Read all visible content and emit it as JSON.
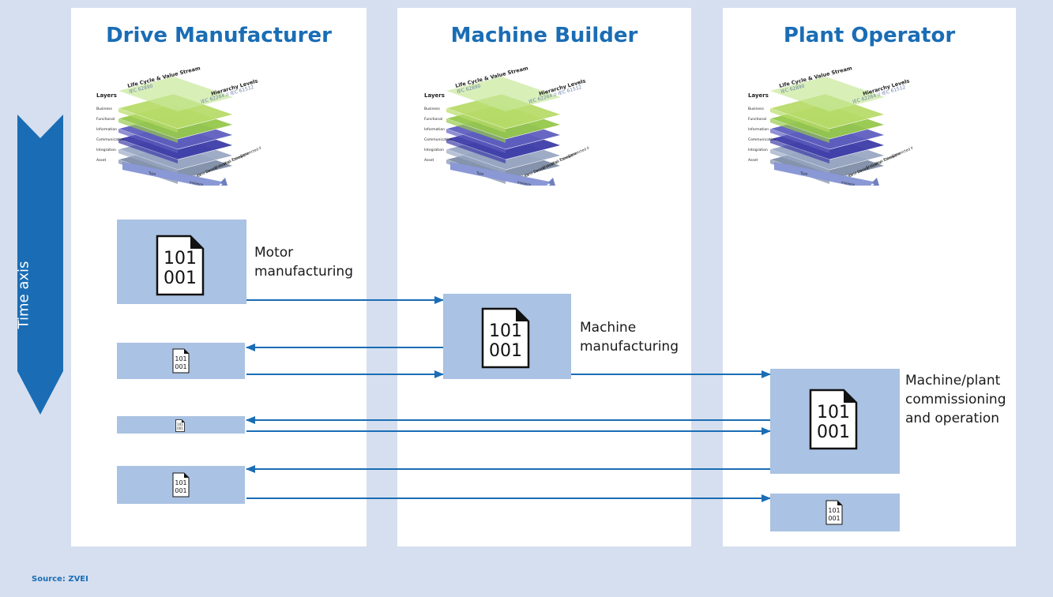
{
  "columns": [
    {
      "title": "Drive Manufacturer"
    },
    {
      "title": "Machine Builder"
    },
    {
      "title": "Plant Operator"
    }
  ],
  "rami": {
    "layers_title": "Layers",
    "layers": [
      "Business",
      "Functional",
      "Information",
      "Communication",
      "Integration",
      "Asset"
    ],
    "lifecycle_title": "Life Cycle & Value Stream",
    "lifecycle_std": "IEC 62890",
    "hierarchy_title": "Hierarchy Levels",
    "hierarchy_std": "IEC 62264 // IEC 61512",
    "hierarchy_levels": [
      "Connected World",
      "Enterprise",
      "Work Centers",
      "Station",
      "Control Device",
      "Field Device",
      "Product"
    ],
    "lifecycle_labels": [
      "Type",
      "Instance"
    ]
  },
  "doc_text": {
    "line1": "101",
    "line2": "001"
  },
  "stages": {
    "motor": [
      "Motor",
      "manufacturing"
    ],
    "machine": [
      "Machine",
      "manufacturing"
    ],
    "plant": [
      "Machine/plant",
      "commissioning",
      "and operation"
    ]
  },
  "time_axis": "Time axis",
  "source": "Source: ZVEI",
  "colors": {
    "title": "#1a6db5",
    "arrow": "#1a6db5",
    "box": "#aac2e3",
    "background": "#d6dfef"
  }
}
